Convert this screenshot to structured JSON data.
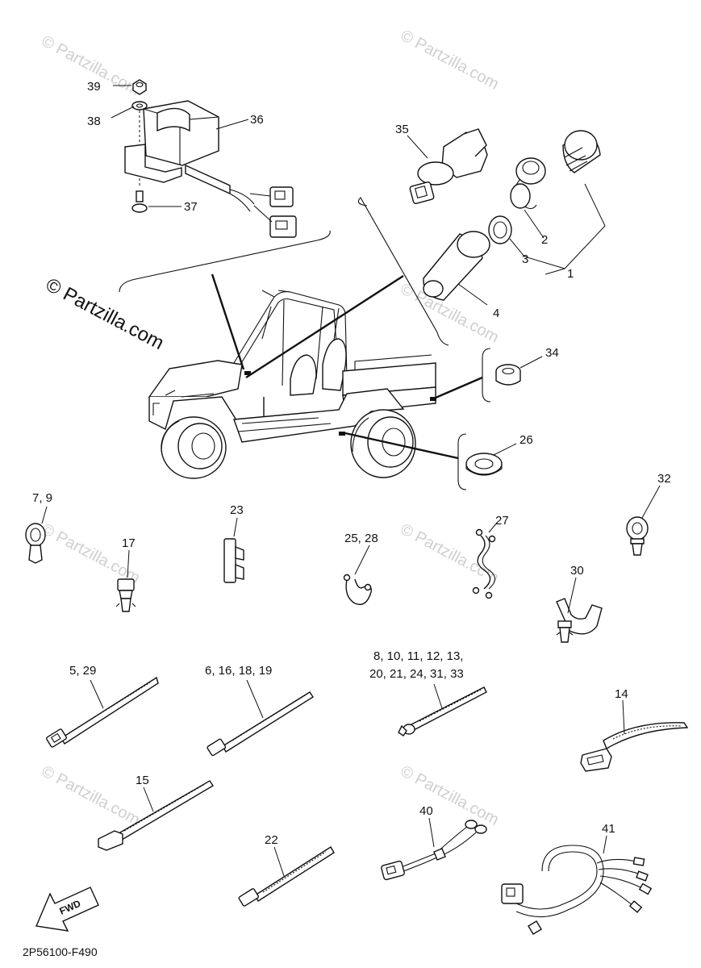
{
  "watermarks": {
    "main": "© Partzilla.com",
    "faint": "© Partzilla.com"
  },
  "diagram_code": "2P56100-F490",
  "fwd_label": "FWD",
  "callouts": {
    "c1": "1",
    "c2": "2",
    "c3": "3",
    "c4": "4",
    "c5_29": "5, 29",
    "c6_16_18_19": "6, 16, 18, 19",
    "c7_9": "7, 9",
    "c8_row1": "8, 10, 11, 12, 13,",
    "c8_row2": "20, 21, 24, 31, 33",
    "c14": "14",
    "c15": "15",
    "c17": "17",
    "c22": "22",
    "c23": "23",
    "c25_28": "25, 28",
    "c26": "26",
    "c27": "27",
    "c30": "30",
    "c32": "32",
    "c34": "34",
    "c35": "35",
    "c36": "36",
    "c37": "37",
    "c38": "38",
    "c39": "39",
    "c40": "40",
    "c41": "41"
  },
  "colors": {
    "line": "#111111",
    "watermark": "#cfcfcf"
  }
}
